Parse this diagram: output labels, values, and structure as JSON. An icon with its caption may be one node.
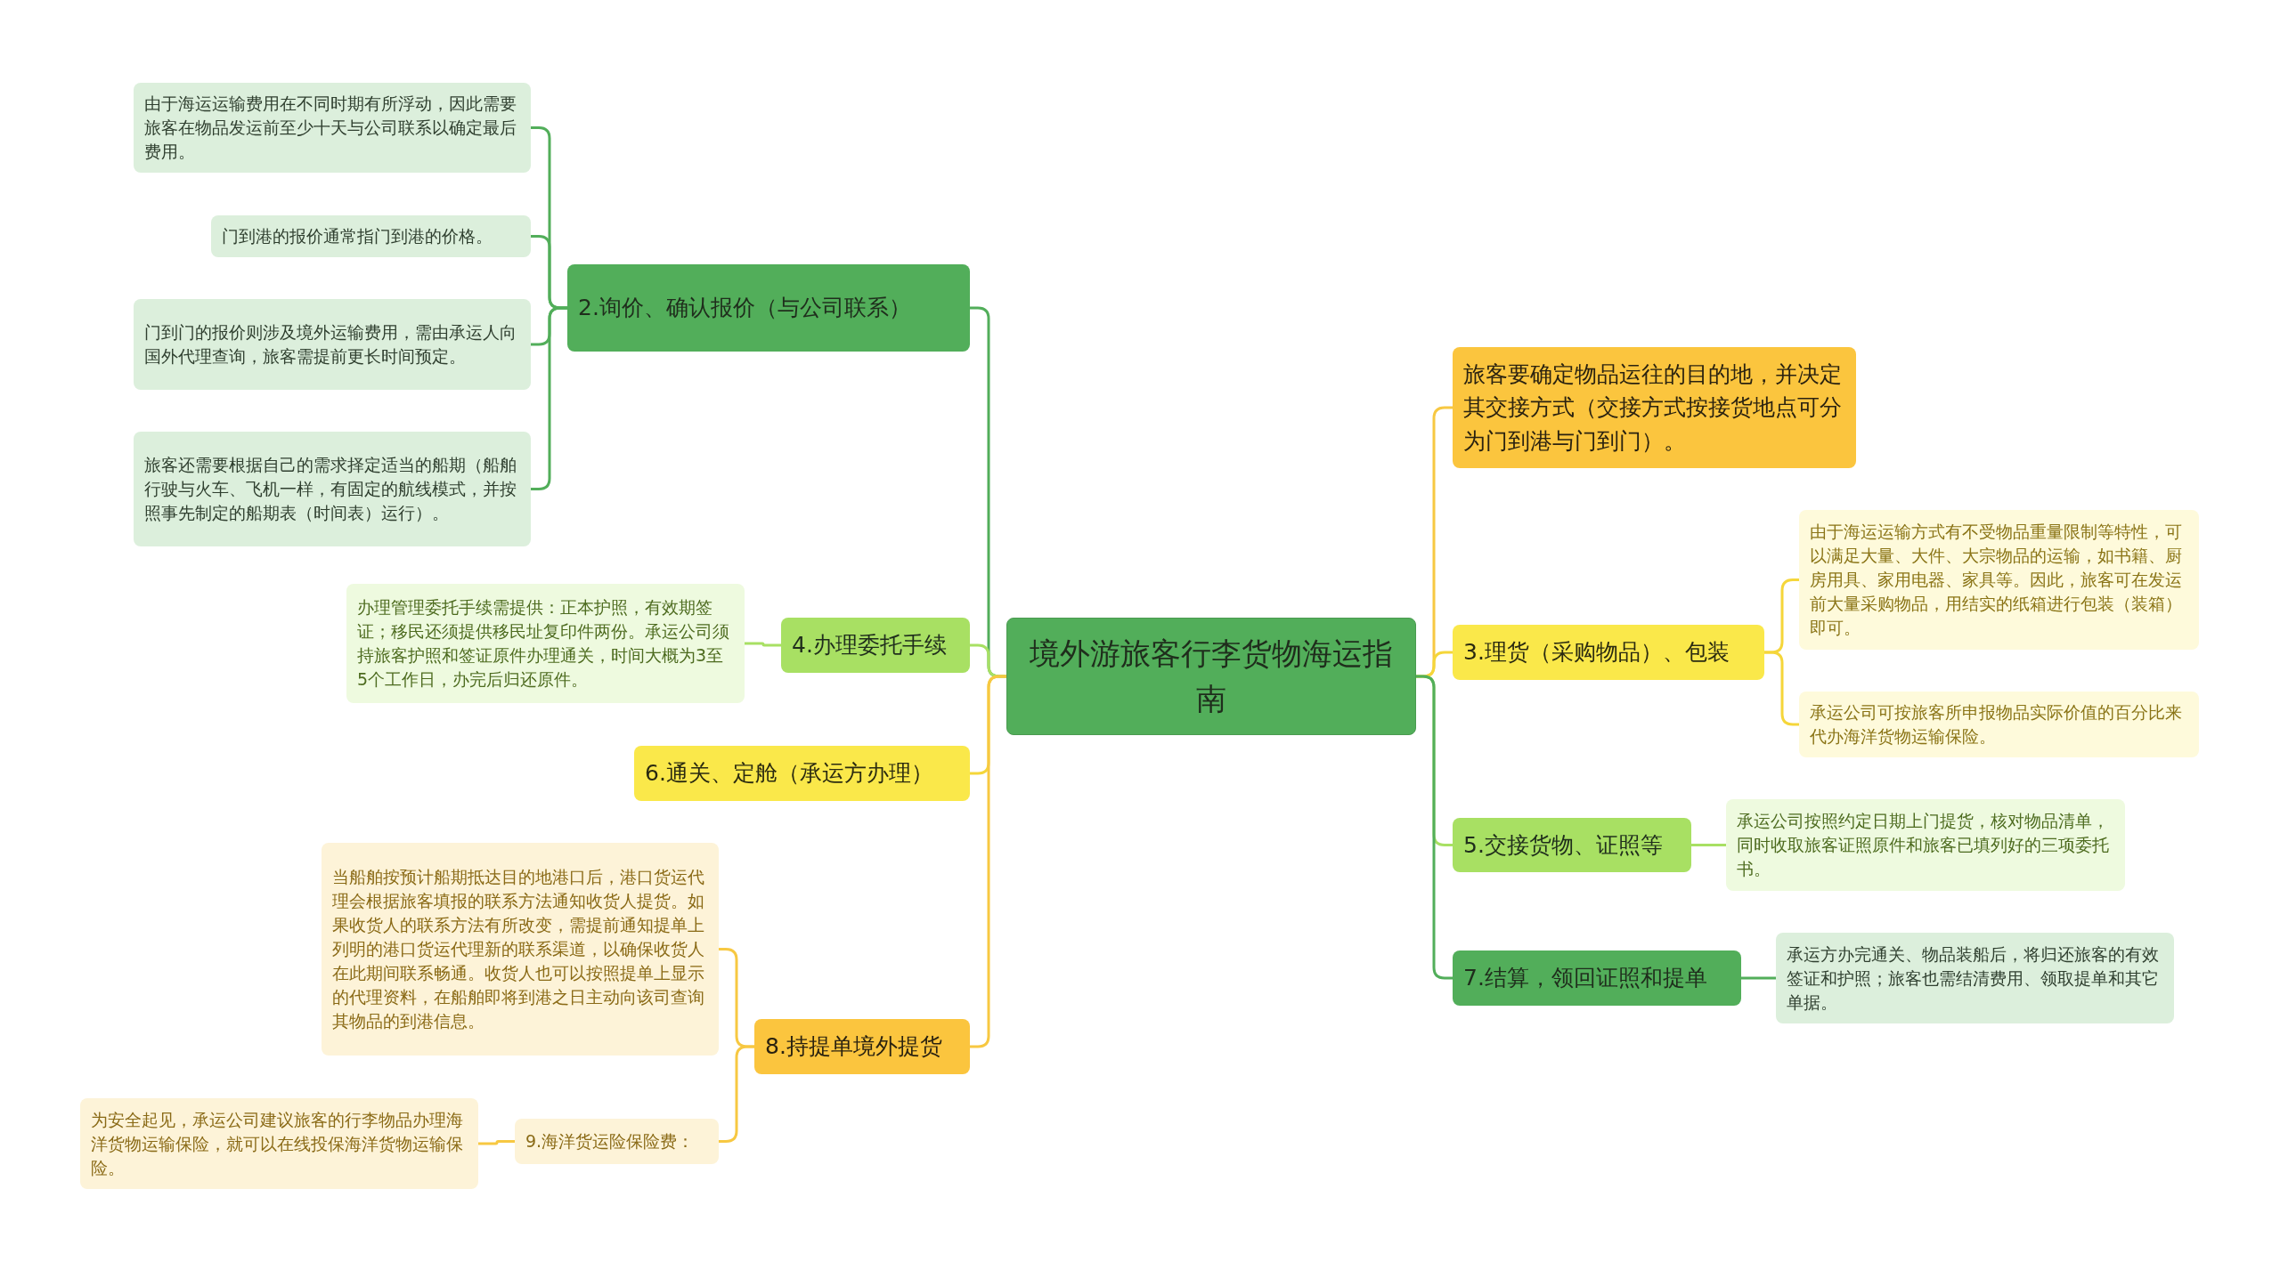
{
  "diagram": {
    "nodes": [
      {
        "text": [
          "境外游旅客行李货物海运指南"
        ]
      },
      {
        "text": [
          "2.询价、确认报价（与公司联系）"
        ]
      },
      {
        "text": [
          "由于海运运输费用在不同时期有所浮动，因此需要旅客在物品发运前至少十天与公司联系以确定最后费用。"
        ]
      },
      {
        "text": [
          "门到港的报价通常指门到港的价格。"
        ]
      },
      {
        "text": [
          "门到门的报价则涉及境外运输费用，需由承运人向国外代理查询，旅客需提前更长时间预定。"
        ]
      },
      {
        "text": [
          "旅客还需要根据自己的需求择定适当的船期（船舶行驶与火车、飞机一样，有固定的航线模式，并按照事先制定的船期表（时间表）运行）。"
        ]
      },
      {
        "text": [
          "4.办理委托手续"
        ]
      },
      {
        "text": [
          "办理管理委托手续需提供：正本护照，有效期签证；移民还须提供移民址复印件两份。承运公司须持旅客护照和签证原件办理通关，时间大概为3至5个工作日，办完后归还原件。"
        ]
      },
      {
        "text": [
          "6.通关、定舱（承运方办理）"
        ]
      },
      {
        "text": [
          "8.持提单境外提货"
        ]
      },
      {
        "text": [
          "当船舶按预计船期抵达目的地港口后，港口货运代理会根据旅客填报的联系方法通知收货人提货。如果收货人的联系方法有所改变，需提前通知提单上列明的港口货运代理新的联系渠道，以确保收货人在此期间联系畅通。收货人也可以按照提单上显示的代理资料，在船舶即将到港之日主动向该司查询其物品的到港信息。"
        ]
      },
      {
        "text": [
          "9.海洋货运险保险费："
        ]
      },
      {
        "text": [
          "为安全起见，承运公司建议旅客的行李物品办理海洋货物运输保险，就可以在线投保海洋货物运输保险。"
        ]
      },
      {
        "text": [
          "旅客要确定物品运往的目的地，并决定其交接方式（交接方式按接货地点可分为门到港与门到门）。"
        ]
      },
      {
        "text": [
          "3.理货（采购物品）、包装"
        ]
      },
      {
        "text": [
          "由于海运运输方式有不受物品重量限制等特性，可以满足大量、大件、大宗物品的运输，如书籍、厨房用具、家用电器、家具等。因此，旅客可在发运前大量采购物品，用结实的纸箱进行包装（装箱）即可。"
        ]
      },
      {
        "text": [
          "承运公司可按旅客所申报物品实际价值的百分比来代办海洋货物运输保险。"
        ]
      },
      {
        "text": [
          "5.交接货物、证照等"
        ]
      },
      {
        "text": [
          "承运公司按照约定日期上门提货，核对物品清单，同时收取旅客证照原件和旅客已填列好的三项委托书。"
        ]
      },
      {
        "text": [
          "7.结算，领回证照和提单"
        ]
      },
      {
        "text": [
          "承运方办完通关、物品装船后，将归还旅客的有效签证和护照；旅客也需结清费用、领取提单和其它单据。"
        ]
      }
    ],
    "edges": [
      {
        "from": 0,
        "to": 1,
        "arrow": "none",
        "color": "#52ae5a"
      },
      {
        "from": 1,
        "to": 2,
        "arrow": "none",
        "color": "#52ae5a"
      },
      {
        "from": 1,
        "to": 3,
        "arrow": "none",
        "color": "#52ae5a"
      },
      {
        "from": 1,
        "to": 4,
        "arrow": "none",
        "color": "#52ae5a"
      },
      {
        "from": 1,
        "to": 5,
        "arrow": "none",
        "color": "#52ae5a"
      },
      {
        "from": 0,
        "to": 6,
        "arrow": "none",
        "color": "#a8e063"
      },
      {
        "from": 6,
        "to": 7,
        "arrow": "none",
        "color": "#a8e063"
      },
      {
        "from": 0,
        "to": 8,
        "arrow": "none",
        "color": "#f5d63a"
      },
      {
        "from": 0,
        "to": 9,
        "arrow": "none",
        "color": "#f7c842"
      },
      {
        "from": 9,
        "to": 10,
        "arrow": "none",
        "color": "#f7c842"
      },
      {
        "from": 9,
        "to": 11,
        "arrow": "none",
        "color": "#f7c842"
      },
      {
        "from": 11,
        "to": 12,
        "arrow": "none",
        "color": "#f7c842"
      },
      {
        "from": 0,
        "to": 13,
        "arrow": "none",
        "color": "#f7c842"
      },
      {
        "from": 0,
        "to": 14,
        "arrow": "none",
        "color": "#f5d63a"
      },
      {
        "from": 14,
        "to": 15,
        "arrow": "none",
        "color": "#f5d63a"
      },
      {
        "from": 14,
        "to": 16,
        "arrow": "none",
        "color": "#f5d63a"
      },
      {
        "from": 0,
        "to": 17,
        "arrow": "none",
        "color": "#a8e063"
      },
      {
        "from": 17,
        "to": 18,
        "arrow": "none",
        "color": "#a8e063"
      },
      {
        "from": 0,
        "to": 19,
        "arrow": "none",
        "color": "#52ae5a"
      },
      {
        "from": 19,
        "to": 20,
        "arrow": "none",
        "color": "#52ae5a"
      }
    ]
  }
}
